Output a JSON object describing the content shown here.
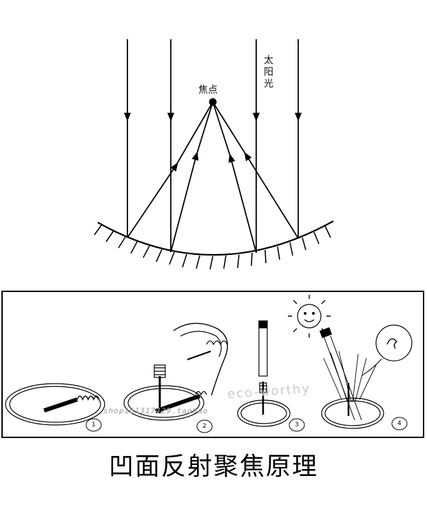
{
  "diagram": {
    "focus_label": "焦点",
    "sun_label": "太阳光",
    "title": "凹面反射聚焦原理"
  },
  "panel": {
    "steps": [
      "1",
      "2",
      "3",
      "4"
    ],
    "watermark_shop": "shop161317429.taobao",
    "watermark_brand": "eco-worthy"
  }
}
